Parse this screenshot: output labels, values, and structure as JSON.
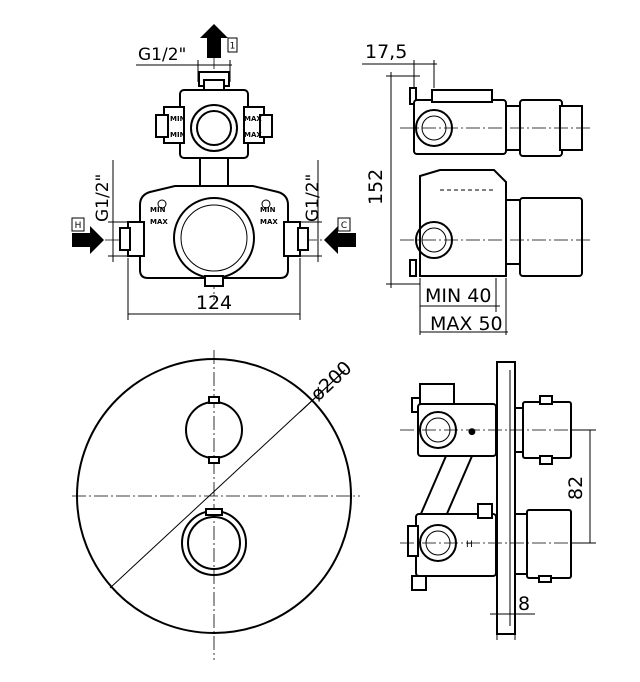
{
  "top_left": {
    "thread_top": "G1/2\"",
    "outlet_tag": "1",
    "thread_left": "G1/2\"",
    "thread_right": "G1/2\"",
    "hot_tag": "H",
    "cold_tag": "C",
    "width": "124",
    "min_label": "MIN",
    "max_label": "MAX"
  },
  "top_right": {
    "depth_top": "17,5",
    "height": "152",
    "min_depth": "MIN 40",
    "max_depth": "MAX 50"
  },
  "bottom_left": {
    "diameter": "ø200"
  },
  "bottom_right": {
    "spacing": "82",
    "plate": "8",
    "hot_mark": "H"
  }
}
